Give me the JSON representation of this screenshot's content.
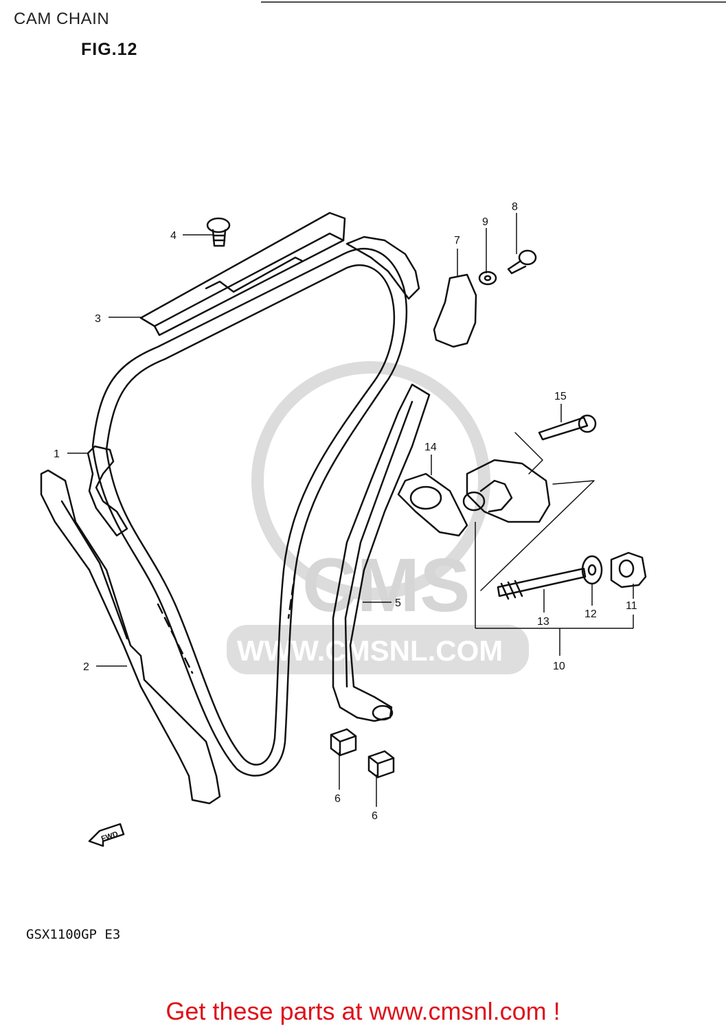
{
  "header": {
    "title": "CAM CHAIN",
    "figure": "FIG.12"
  },
  "footer": {
    "model": "GSX1100GP  E3",
    "promo": "Get these parts at www.cmsnl.com !"
  },
  "watermark": {
    "brand": "CMS",
    "url": "WWW.CMSNL.COM"
  },
  "fwd_arrow": {
    "label": "FWD"
  },
  "callouts": [
    "1",
    "2",
    "3",
    "4",
    "5",
    "6",
    "6",
    "7",
    "8",
    "9",
    "10",
    "11",
    "12",
    "13",
    "14",
    "15"
  ],
  "colors": {
    "line": "#111111",
    "promo": "#e0101a",
    "watermark": "#d6d6d6"
  }
}
